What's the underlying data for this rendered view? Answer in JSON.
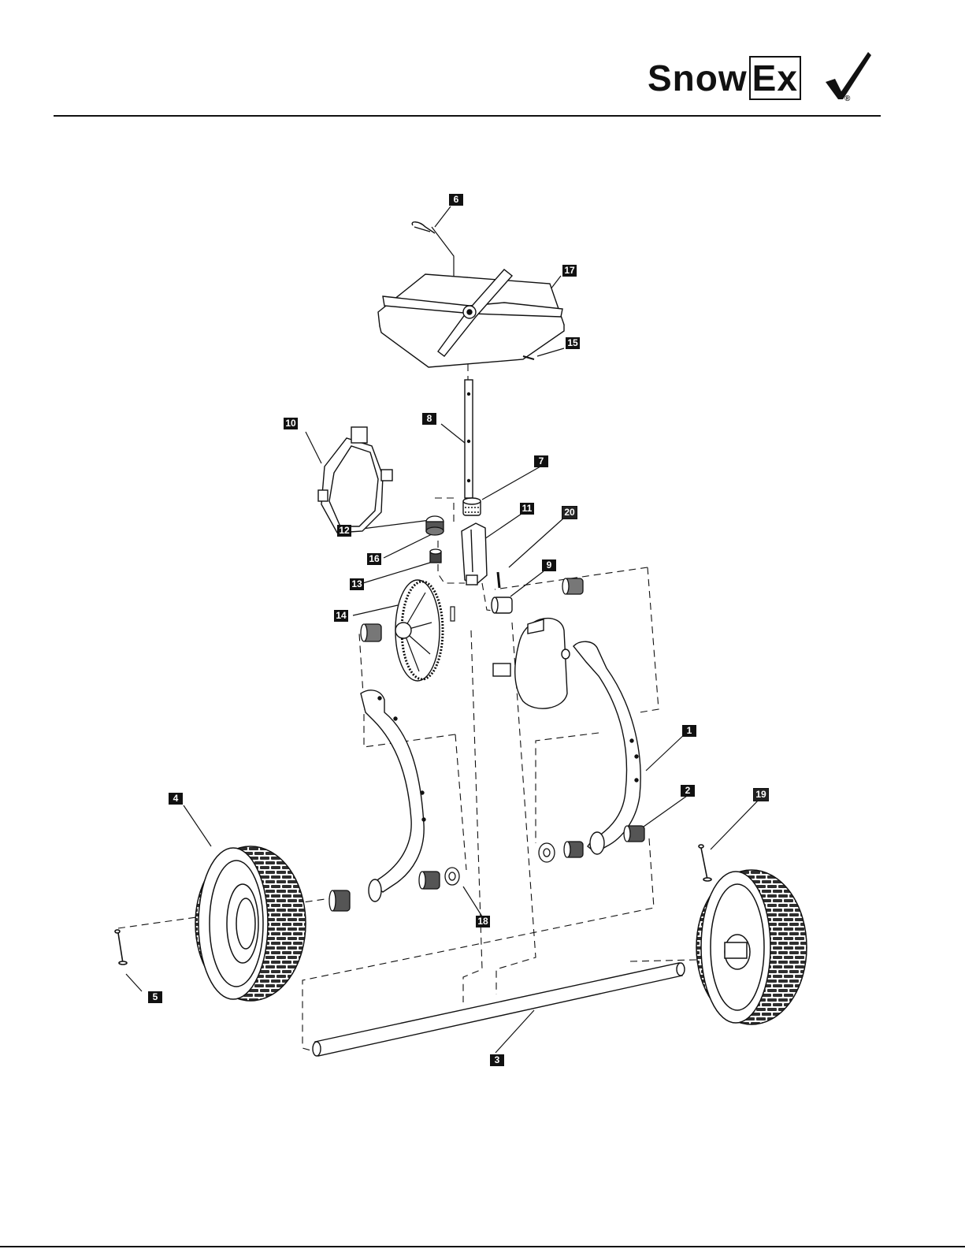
{
  "brand": {
    "name_part1": "Snow",
    "name_part2": "Ex",
    "registered_mark": "®"
  },
  "colors": {
    "ink": "#111111",
    "paper": "#ffffff",
    "tire": "#3a3a3a"
  },
  "callouts": [
    "1",
    "2",
    "3",
    "4",
    "5",
    "6",
    "7",
    "8",
    "9",
    "10",
    "11",
    "12",
    "13",
    "14",
    "15",
    "16",
    "17",
    "18",
    "19",
    "20"
  ]
}
